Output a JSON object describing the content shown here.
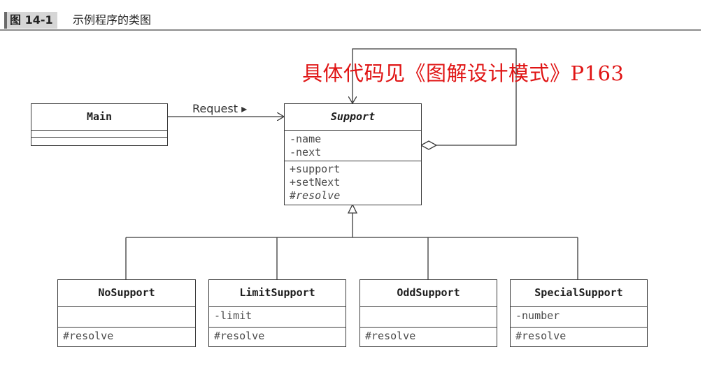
{
  "figure": {
    "number": "图 14-1",
    "title": "示例程序的类图"
  },
  "note": "具体代码见《图解设计模式》P163",
  "association": {
    "label": "Request ▸"
  },
  "classes": {
    "main": {
      "name": "Main",
      "attributes": [],
      "operations": []
    },
    "support": {
      "name": "Support",
      "abstract": true,
      "attributes": [
        "-name",
        "-next"
      ],
      "operations": [
        "+support",
        "+setNext",
        "#resolve"
      ]
    },
    "no_support": {
      "name": "NoSupport",
      "attributes": [],
      "operations": [
        "#resolve"
      ]
    },
    "limit_support": {
      "name": "LimitSupport",
      "attributes": [
        "-limit"
      ],
      "operations": [
        "#resolve"
      ]
    },
    "odd_support": {
      "name": "OddSupport",
      "attributes": [],
      "operations": [
        "#resolve"
      ]
    },
    "special_support": {
      "name": "SpecialSupport",
      "attributes": [
        "-number"
      ],
      "operations": [
        "#resolve"
      ]
    }
  },
  "colors": {
    "note": "#e01515",
    "lines": "#3a3a3a"
  }
}
